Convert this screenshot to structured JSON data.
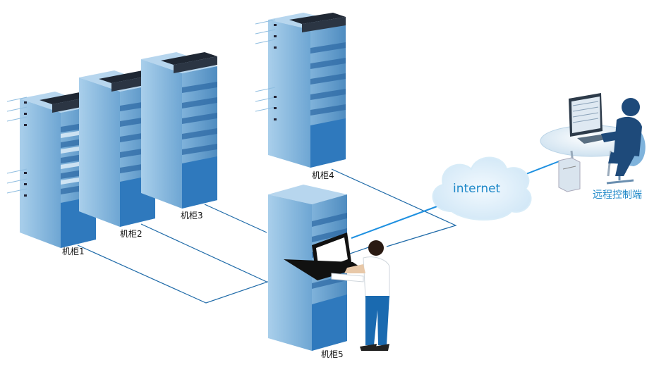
{
  "labels": {
    "rack1": "机柜1",
    "rack2": "机柜2",
    "rack3": "机柜3",
    "rack4": "机柜4",
    "rack5": "机柜5",
    "internet": "internet",
    "remote": "远程控制端"
  },
  "colors": {
    "rack_front": "#5f99c9",
    "rack_side": "#3f7fb8",
    "rack_top": "#9cc7e6",
    "rack_stripe": "#bcdcf2",
    "rack_dark_stripe": "#2e6aa3",
    "switch": "#1f2733",
    "link": "#1e6aa8",
    "internet_link": "#1e90e0",
    "cloud": "#d6ecf9",
    "accent_text": "#1e88c8"
  },
  "icons": [
    "server-rack-icon",
    "network-switch-icon",
    "cloud-icon",
    "laptop-icon",
    "person-icon",
    "desktop-computer-icon",
    "desk-icon",
    "chair-icon"
  ]
}
